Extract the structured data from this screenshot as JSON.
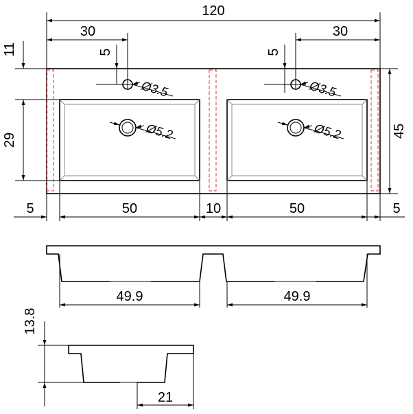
{
  "dimensions": {
    "overall_width": "120",
    "tap_offset_left": "30",
    "tap_offset_right": "30",
    "top_margin": "11",
    "tap_from_edge_left": "5",
    "tap_from_edge_right": "5",
    "tap_hole_left": "Ø3.5",
    "tap_hole_right": "Ø3.5",
    "drain_left": "Ø5.2",
    "drain_right": "Ø5.2",
    "bowl_depth": "29",
    "overall_depth": "45",
    "side_left": "5",
    "bowl_width_left": "50",
    "gap_between": "10",
    "bowl_width_right": "50",
    "side_right": "5",
    "front_bowl_left": "49.9",
    "front_bowl_right": "49.9",
    "side_height": "13.8",
    "side_depth": "21"
  }
}
